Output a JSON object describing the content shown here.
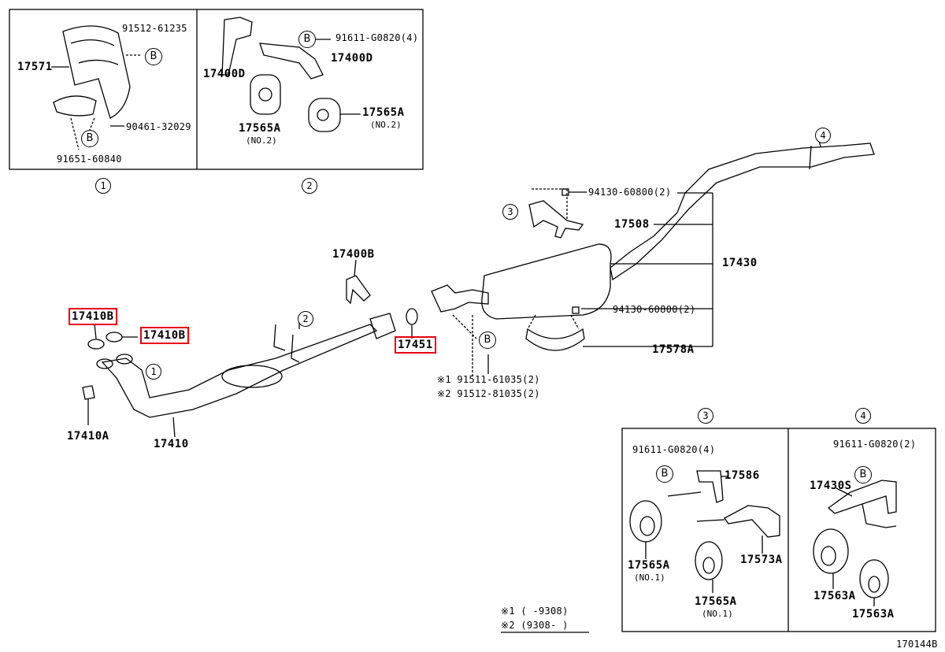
{
  "callouts": {
    "c1": "1",
    "c2": "2",
    "c3": "3",
    "c4": "4",
    "b": "B"
  },
  "parts": {
    "p17571": "17571",
    "p91512_61235": "91512-61235",
    "p90461_32029": "90461-32029",
    "p91651_60840": "91651-60840",
    "p17400D_a": "17400D",
    "p17400D_b": "17400D",
    "p91611_G0820_4_top": "91611-G0820(4)",
    "p17565A_l": "17565A",
    "p17565A_r": "17565A",
    "no2_a": "(NO.2)",
    "no2_b": "(NO.2)",
    "p17400B": "17400B",
    "p17410B_1": "17410B",
    "p17410B_2": "17410B",
    "p17451": "17451",
    "p17410A": "17410A",
    "p17410": "17410",
    "p91511_61035": "※1 91511-61035(2)",
    "p91512_81035": "※2 91512-81035(2)",
    "p94130_1": "94130-60800(2)",
    "p94130_2": "94130-60800(2)",
    "p17508": "17508",
    "p17430": "17430",
    "p17578A": "17578A",
    "p91611_G0820_4_b3": "91611-G0820(4)",
    "p17586": "17586",
    "p17565A_no1a": "17565A",
    "no1_a": "(NO.1)",
    "p17573A": "17573A",
    "p17565A_no1b": "17565A",
    "no1_b": "(NO.1)",
    "p91611_G0820_2": "91611-G0820(2)",
    "p17430S": "17430S",
    "p17563A_l": "17563A",
    "p17563A_r": "17563A"
  },
  "legend": {
    "line1": "※1 (     -9308)",
    "line2": "※2 (9308-     )"
  },
  "figure_code": "170144B"
}
